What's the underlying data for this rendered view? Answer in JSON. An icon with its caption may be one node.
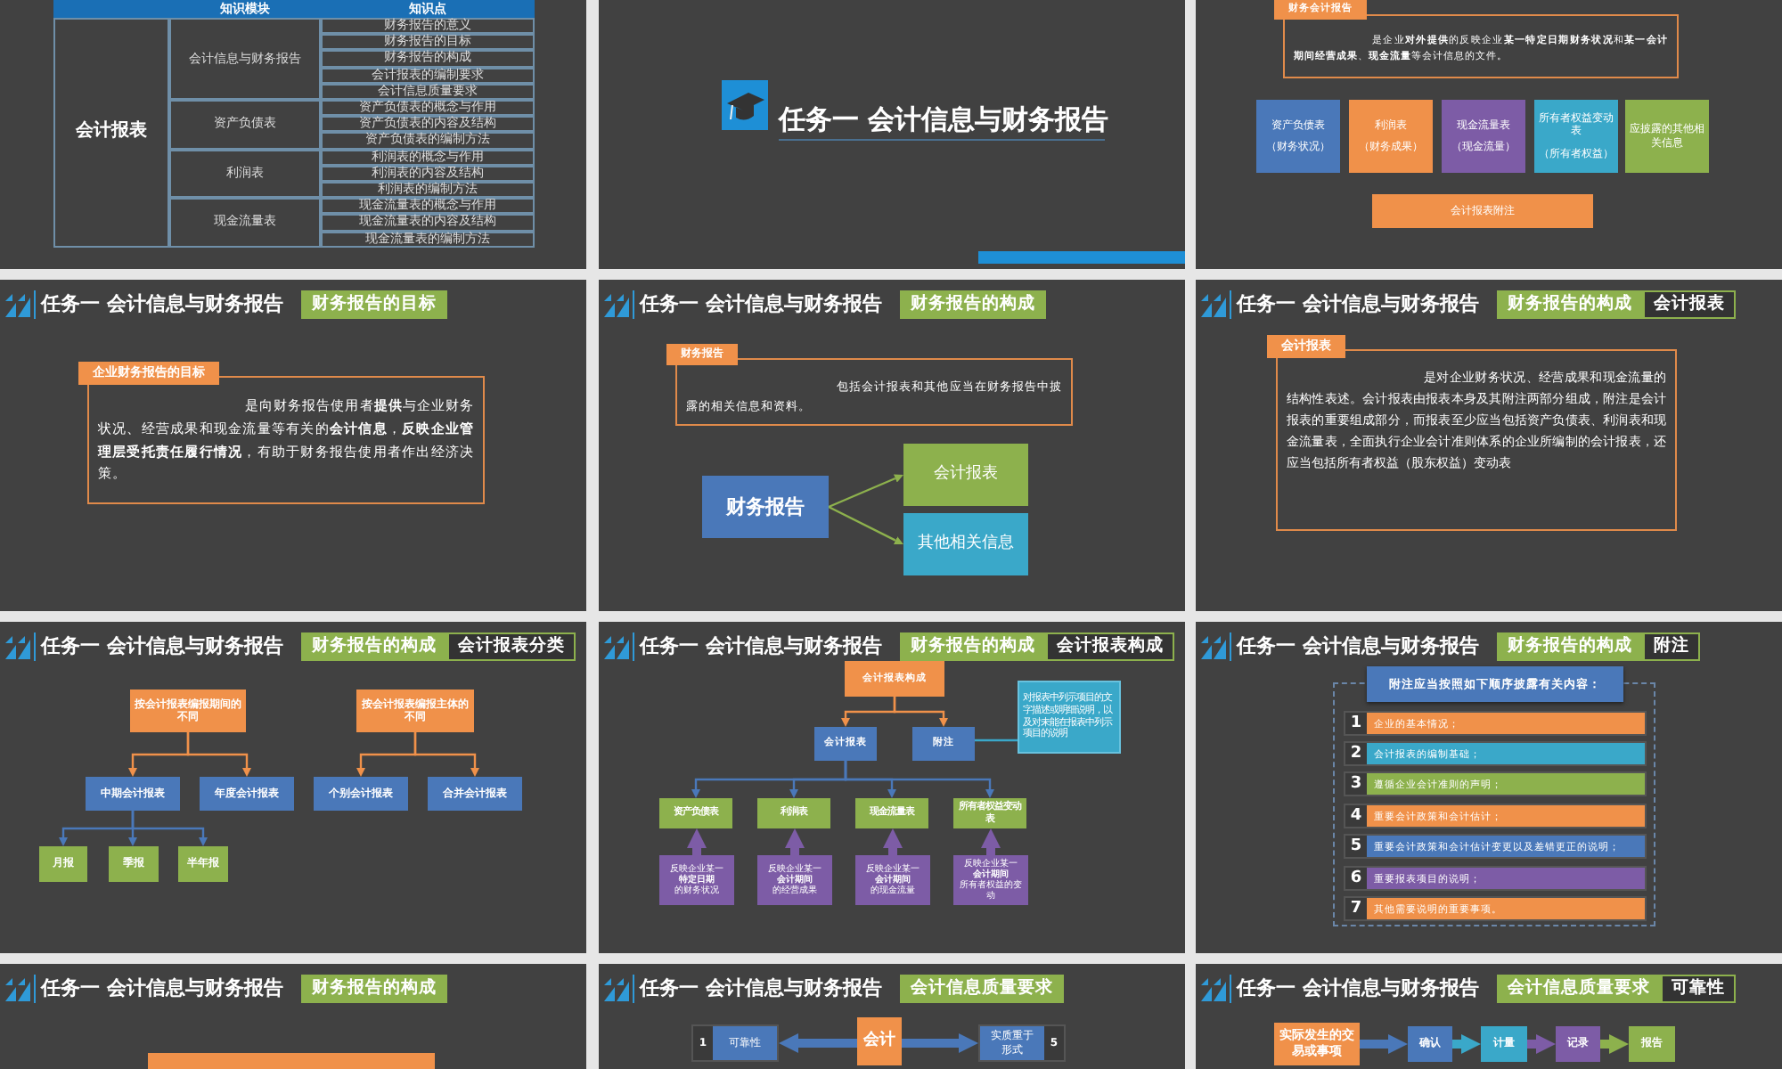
{
  "diagram": {
    "nodes": [
      {
        "text": [
          "财务会计报告",
          "是企业**对外提供**的反映企业**某一特定日期财务状况**和**某一会计期间经营成果**、**现金流量**等会计信息的文件。"
        ]
      },
      {
        "text": [
          "资产负债表",
          "（财务状况）"
        ]
      },
      {
        "text": [
          "利润表",
          "（财务成果）"
        ]
      },
      {
        "text": [
          "现金流量表",
          "（现金流量）"
        ]
      },
      {
        "text": [
          "所有者权益变动表",
          "（所有者权益）"
        ]
      },
      {
        "text": [
          "应披露的其他相关信息"
        ]
      },
      {
        "text": [
          "会计报表附注"
        ]
      },
      {
        "text": [
          "财务报告的目标"
        ]
      },
      {
        "text": [
          "企业财务报告的目标",
          "是向财务报告使用者**提供**与企业财务状况、经营成果和现金流量等有关的**会计信息**，**反映企业管理层受托责任履行情况**，有助于财务报告使用者作出经济决策。"
        ]
      },
      {
        "text": [
          "财务报告的构成"
        ]
      },
      {
        "text": [
          "财务报告",
          "包括会计报表和其他应当在财务报告中披露的相关信息和资料。"
        ]
      },
      {
        "text": [
          "财务报告"
        ]
      },
      {
        "text": [
          "会计报表"
        ]
      },
      {
        "text": [
          "其他相关信息"
        ]
      },
      {
        "text": [
          "财务报告的构成"
        ]
      },
      {
        "text": [
          "会计报表"
        ]
      },
      {
        "text": [
          "会计报表",
          "是对企业财务状况、经营成果和现金流量的结构性表述。会计报表由报表本身及其附注两部分组成，附注是会计报表的重要组成部分，而报表至少应当包括资产负债表、利润表和现金流量表，全面执行企业会计准则体系的企业所编制的会计报表，还应当包括所有者权益（股东权益）变动表"
        ]
      },
      {
        "text": [
          "财务报告的构成"
        ]
      },
      {
        "text": [
          "会计报表分类"
        ]
      },
      {
        "text": [
          "按会计报表编报期间的不同"
        ]
      },
      {
        "text": [
          "按会计报表编报主体的不同"
        ]
      },
      {
        "text": [
          "中期会计报表"
        ]
      },
      {
        "text": [
          "年度会计报表"
        ]
      },
      {
        "text": [
          "个别会计报表"
        ]
      },
      {
        "text": [
          "合并会计报表"
        ]
      },
      {
        "text": [
          "月报"
        ]
      },
      {
        "text": [
          "季报"
        ]
      },
      {
        "text": [
          "半年报"
        ]
      },
      {
        "text": [
          "财务报告的构成"
        ]
      },
      {
        "text": [
          "会计报表构成"
        ]
      },
      {
        "text": [
          "会计报表构成"
        ]
      },
      {
        "text": [
          "会计报表"
        ]
      },
      {
        "text": [
          "附注"
        ]
      },
      {
        "text": [
          "对报表中列示项目的文字描述或明细说明，以及对未能在报表中列示项目的说明"
        ]
      },
      {
        "text": [
          "资产负债表"
        ]
      },
      {
        "text": [
          "利润表"
        ]
      },
      {
        "text": [
          "现金流量表"
        ]
      },
      {
        "text": [
          "所有者权益变动表"
        ]
      },
      {
        "text": [
          "反映企业某一**特定日期**的财务状况"
        ]
      },
      {
        "text": [
          "反映企业某一**会计期间**的经营成果"
        ]
      },
      {
        "text": [
          "反映企业某一**会计期间**的现金流量"
        ]
      },
      {
        "text": [
          "反映企业某一**会计期间**所有者权益的变动"
        ]
      },
      {
        "text": [
          "财务报告的构成"
        ]
      },
      {
        "text": [
          "附注"
        ]
      },
      {
        "text": [
          "附注应当按照如下顺序披露有关内容："
        ]
      },
      {
        "text": [
          "1",
          "企业的基本情况；"
        ],
        "in": 44
      },
      {
        "text": [
          "2",
          "会计报表的编制基础；"
        ],
        "in": 44
      },
      {
        "text": [
          "3",
          "遵循企业会计准则的声明；"
        ],
        "in": 44
      },
      {
        "text": [
          "4",
          "重要会计政策和会计估计；"
        ],
        "in": 44
      },
      {
        "text": [
          "5",
          "重要会计政策和会计估计变更以及差错更正的说明；"
        ],
        "in": 44
      },
      {
        "text": [
          "6",
          "重要报表项目的说明；"
        ],
        "in": 44
      },
      {
        "text": [
          "7",
          "其他需要说明的重要事项。"
        ],
        "in": 44
      },
      {
        "text": [
          "财务报告的构成"
        ]
      },
      {
        "text": [],
        "shape": "box"
      },
      {
        "text": [
          "会计信息质量要求"
        ]
      },
      {
        "text": [
          "1",
          "可靠性"
        ]
      },
      {
        "text": [
          "会计"
        ]
      },
      {
        "text": [
          "实质重于形式",
          "5"
        ]
      },
      {
        "text": [
          "会计信息质量要求"
        ]
      },
      {
        "text": [
          "可靠性"
        ]
      },
      {
        "text": [
          "实际发生的交易或事项"
        ]
      },
      {
        "text": [
          "确认"
        ]
      },
      {
        "text": [
          "计量"
        ]
      },
      {
        "text": [
          "记录"
        ]
      },
      {
        "text": [
          "报告"
        ]
      }
    ],
    "edges": [
      {
        "from": 11,
        "to": 12,
        "arrow": "to",
        "color": "#8db14d"
      },
      {
        "from": 11,
        "to": 13,
        "arrow": "to",
        "color": "#8db14d"
      },
      {
        "from": 19,
        "to": 21,
        "arrow": "to",
        "color": "#f0914a"
      },
      {
        "from": 19,
        "to": 22,
        "arrow": "to",
        "color": "#f0914a"
      },
      {
        "from": 21,
        "to": 25,
        "arrow": "to"
      },
      {
        "from": 21,
        "to": 26,
        "arrow": "to"
      },
      {
        "from": 21,
        "to": 27,
        "arrow": "to"
      },
      {
        "from": 20,
        "to": 23,
        "arrow": "to",
        "color": "#f0914a"
      },
      {
        "from": 20,
        "to": 24,
        "arrow": "to",
        "color": "#f0914a"
      },
      {
        "from": 30,
        "to": 31,
        "arrow": "to",
        "color": "#f0914a"
      },
      {
        "from": 30,
        "to": 32,
        "arrow": "to",
        "color": "#f0914a"
      },
      {
        "from": 32,
        "to": 33,
        "arrow": "none",
        "color": "#3aa8c9"
      },
      {
        "from": 31,
        "to": 34,
        "arrow": "to"
      },
      {
        "from": 31,
        "to": 35,
        "arrow": "to"
      },
      {
        "from": 31,
        "to": 36,
        "arrow": "to"
      },
      {
        "from": 31,
        "to": 37,
        "arrow": "to"
      },
      {
        "from": 38,
        "to": 34,
        "arrow": "to",
        "style": "thick",
        "color": "#7d5ca6"
      },
      {
        "from": 39,
        "to": 35,
        "arrow": "to",
        "style": "thick",
        "color": "#7d5ca6"
      },
      {
        "from": 40,
        "to": 36,
        "arrow": "to",
        "style": "thick",
        "color": "#7d5ca6"
      },
      {
        "from": 41,
        "to": 37,
        "arrow": "to",
        "style": "thick",
        "color": "#7d5ca6"
      },
      {
        "from": 56,
        "to": 55,
        "arrow": "to",
        "style": "thick"
      },
      {
        "from": 56,
        "to": 57,
        "arrow": "to",
        "style": "thick"
      },
      {
        "from": 60,
        "to": 61,
        "arrow": "to",
        "style": "thick"
      },
      {
        "from": 61,
        "to": 62,
        "arrow": "to",
        "style": "thick",
        "color": "#3aa8c9"
      },
      {
        "from": 62,
        "to": 63,
        "arrow": "to",
        "style": "thick",
        "color": "#7d5ca6"
      },
      {
        "from": 63,
        "to": 64,
        "arrow": "to",
        "style": "thick",
        "color": "#8db14d"
      }
    ],
    "labels": [
      "知识模块",
      "知识点",
      "会计报表",
      "会计信息与财务报告",
      "财务报告的意义",
      "财务报告的目标",
      "财务报告的构成",
      "会计报表的编制要求",
      "会计信息质量要求",
      "资产负债表",
      "资产负债表的概念与作用",
      "资产负债表的内容及结构",
      "资产负债表的编制方法",
      "利润表",
      "利润表的概念与作用",
      "利润表的内容及结构",
      "利润表的编制方法",
      "现金流量表",
      "现金流量表的概念与作用",
      "现金流量表的内容及结构",
      "现金流量表的编制方法",
      "任务一 会计信息与财务报告",
      "任务一 会计信息与财务报告",
      "任务一 会计信息与财务报告",
      "任务一 会计信息与财务报告",
      "任务一 会计信息与财务报告",
      "任务一 会计信息与财务报告",
      "任务一 会计信息与财务报告",
      "任务一 会计信息与财务报告",
      "任务一 会计信息与财务报告",
      "任务一 会计信息与财务报告"
    ]
  }
}
